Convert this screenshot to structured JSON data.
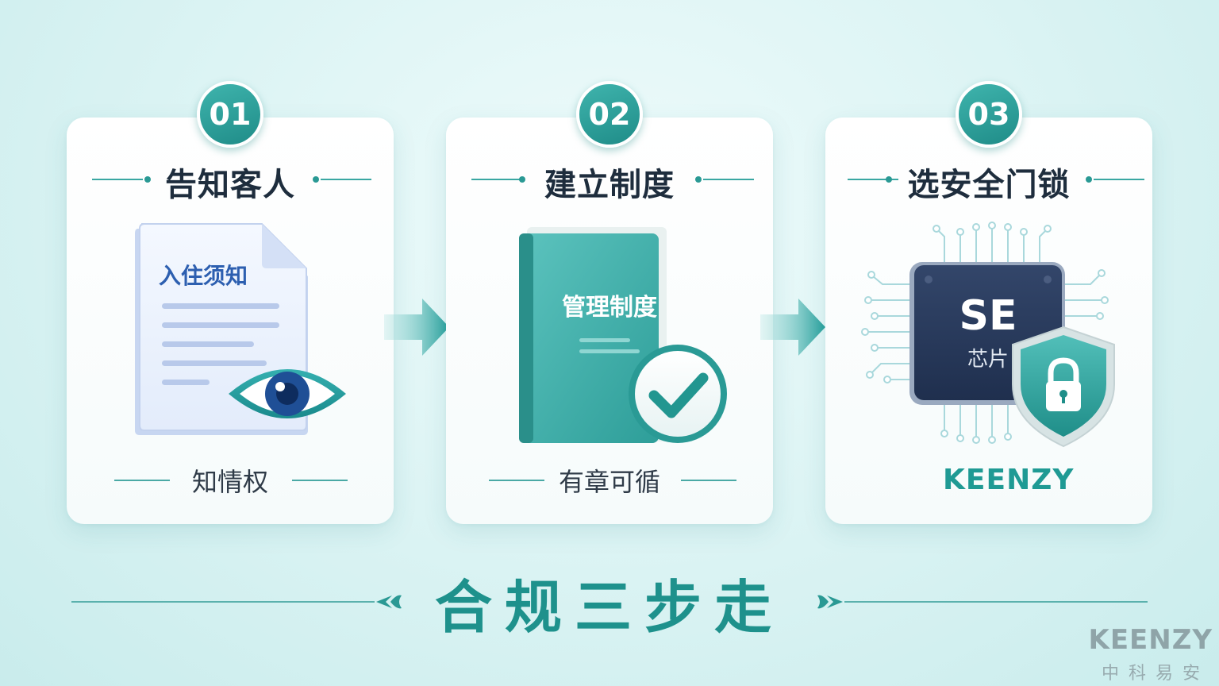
{
  "steps": [
    {
      "number": "01",
      "title": "告知客人",
      "doc_heading": "入住须知",
      "caption": "知情权"
    },
    {
      "number": "02",
      "title": "建立制度",
      "book_title": "管理制度",
      "caption": "有章可循"
    },
    {
      "number": "03",
      "title": "选安全门锁",
      "chip_label": "SE",
      "chip_sub": "芯片",
      "logo_text": "KEENZY"
    }
  ],
  "bottom_title": "合规三步走",
  "brand": {
    "en": "KEENZY",
    "cn": "中科易安"
  },
  "colors": {
    "accent": "#1e918c",
    "navy": "#1f3a6b",
    "card": "#ffffff"
  },
  "icons": [
    "document-icon",
    "eye-icon",
    "book-icon",
    "check-icon",
    "chip-icon",
    "shield-lock-icon",
    "arrow-right-icon"
  ]
}
